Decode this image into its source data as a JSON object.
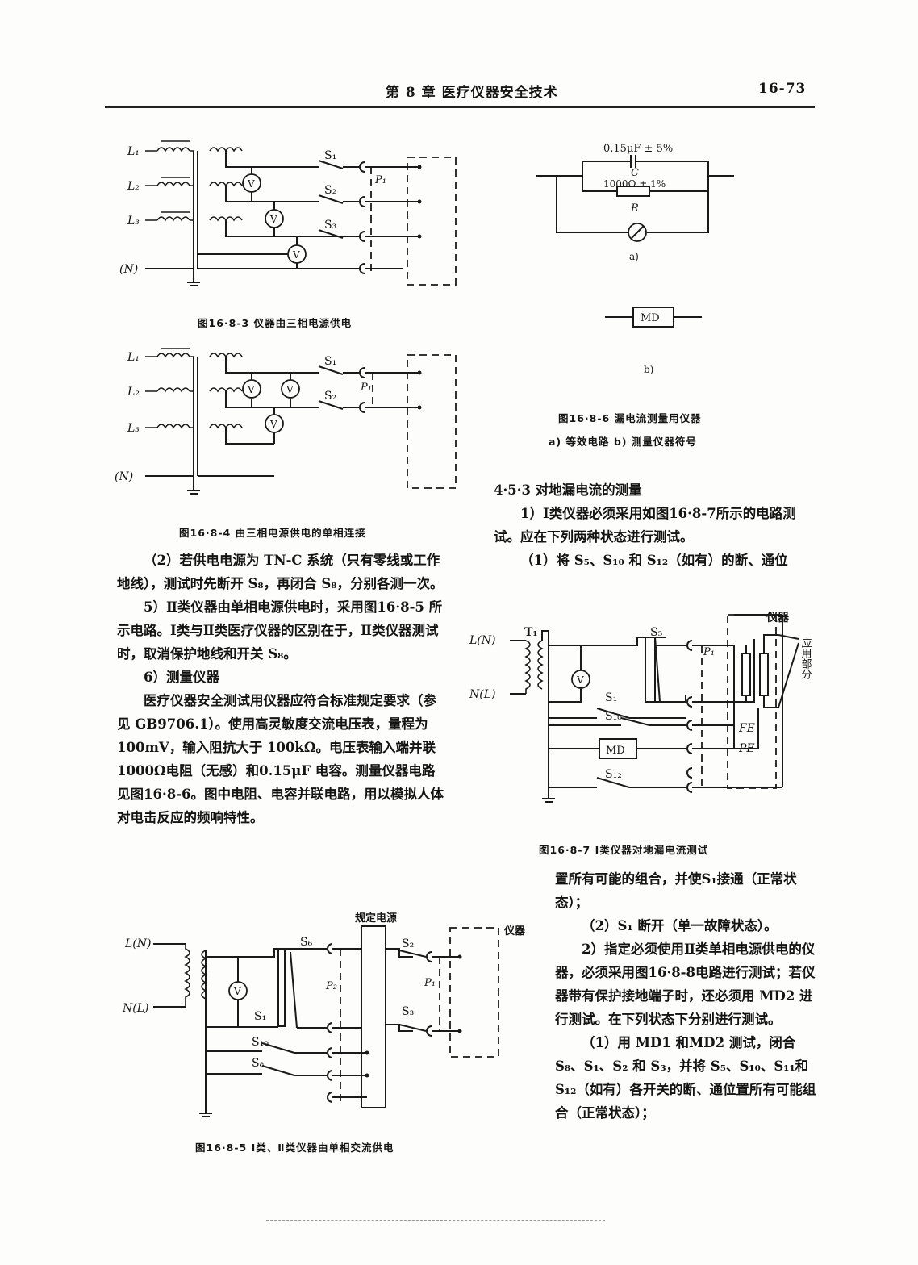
{
  "header": {
    "chapter": "第 8 章   医疗仪器安全技术",
    "page": "16-73"
  },
  "fig3": {
    "caption": "图16·8-3   仪器由三相电源供电",
    "labels": {
      "l1": "L₁",
      "l2": "L₂",
      "l3": "L₃",
      "n": "(N)",
      "s1": "S₁",
      "s2": "S₂",
      "s3": "S₃",
      "p": "P₁",
      "v": "V"
    }
  },
  "fig4": {
    "caption": "图16·8-4   由三相电源供电的单相连接",
    "labels": {
      "l1": "L₁",
      "l2": "L₂",
      "l3": "L₃",
      "n": "(N)",
      "s1": "S₁",
      "s2": "S₂",
      "p": "P₁",
      "v": "V"
    }
  },
  "fig6": {
    "cap_value": "0.15μF ± 5%",
    "c_label": "C",
    "r_value": "1000Ω ± 1%",
    "r_label": "R",
    "sub_a": "a)",
    "md": "MD",
    "sub_b": "b)",
    "caption": "图16·8-6   漏电流测量用仪器",
    "subcaption": "a) 等效电路   b) 测量仪器符号"
  },
  "left_text": {
    "p1": "（2）若供电电源为 TN-C 系统（只有零线或工作地线），测试时先断开 S₈，再闭合 S₈，分别各测一次。",
    "p2": "5）Ⅱ类仪器由单相电源供电时，采用图16·8-5 所示电路。Ⅰ类与Ⅱ类医疗仪器的区别在于，Ⅱ类仪器测试时，取消保护地线和开关 S₈。",
    "p3": "6）测量仪器",
    "p4": "医疗仪器安全测试用仪器应符合标准规定要求（参见 GB9706.1）。使用高灵敏度交流电压表，量程为100mV，输入阻抗大于 100kΩ。电压表输入端并联1000Ω电阻（无感）和0.15μF 电容。测量仪器电路见图16·8-6。图中电阻、电容并联电路，用以模拟人体对电击反应的频响特性。"
  },
  "right_text": {
    "heading": "4·5·3  对地漏电流的测量",
    "p1": "1）Ⅰ类仪器必须采用如图16·8-7所示的电路测试。应在下列两种状态进行测试。",
    "p2": "（1）将 S₅、S₁₀ 和 S₁₂（如有）的断、通位"
  },
  "fig7": {
    "labels": {
      "ln": "L(N)",
      "nl": "N(L)",
      "t1": "T₁",
      "s5": "S₅",
      "p1": "P₁",
      "s1": "S₁",
      "s10": "S₁₀",
      "md": "MD",
      "s12": "S₁₂",
      "fe": "FE",
      "pe": "PE",
      "instrument": "仪器",
      "applied": "应用部分",
      "v": "V"
    },
    "caption": "图16·8-7   Ⅰ类仪器对地漏电流测试"
  },
  "right_text2": {
    "p3": "置所有可能的组合，并使S₁接通（正常状态）；",
    "p4": "（2）S₁ 断开（单一故障状态）。",
    "p5": "2）指定必须使用Ⅱ类单相电源供电的仪器，必须采用图16·8-8电路进行测试；若仪器带有保护接地端子时，还必须用 MD2 进行测试。在下列状态下分别进行测试。",
    "p6": "（1）用 MD1 和MD2 测试，闭合 S₈、S₁、S₂ 和 S₃，并将 S₅、S₁₀、S₁₁和 S₁₂（如有）各开关的断、通位置所有可能组合（正常状态）；"
  },
  "fig5": {
    "labels": {
      "ln": "L(N)",
      "nl": "N(L)",
      "s6": "S₆",
      "p2": "P₂",
      "s1": "S₁",
      "s10": "S₁₀",
      "s8": "S₈",
      "s2": "S₂",
      "s3": "S₃",
      "p1": "P₁",
      "supply": "规定电源",
      "instrument": "仪器",
      "v": "V"
    },
    "caption": "图16·8-5   Ⅰ类、Ⅱ类仪器由单相交流供电"
  }
}
